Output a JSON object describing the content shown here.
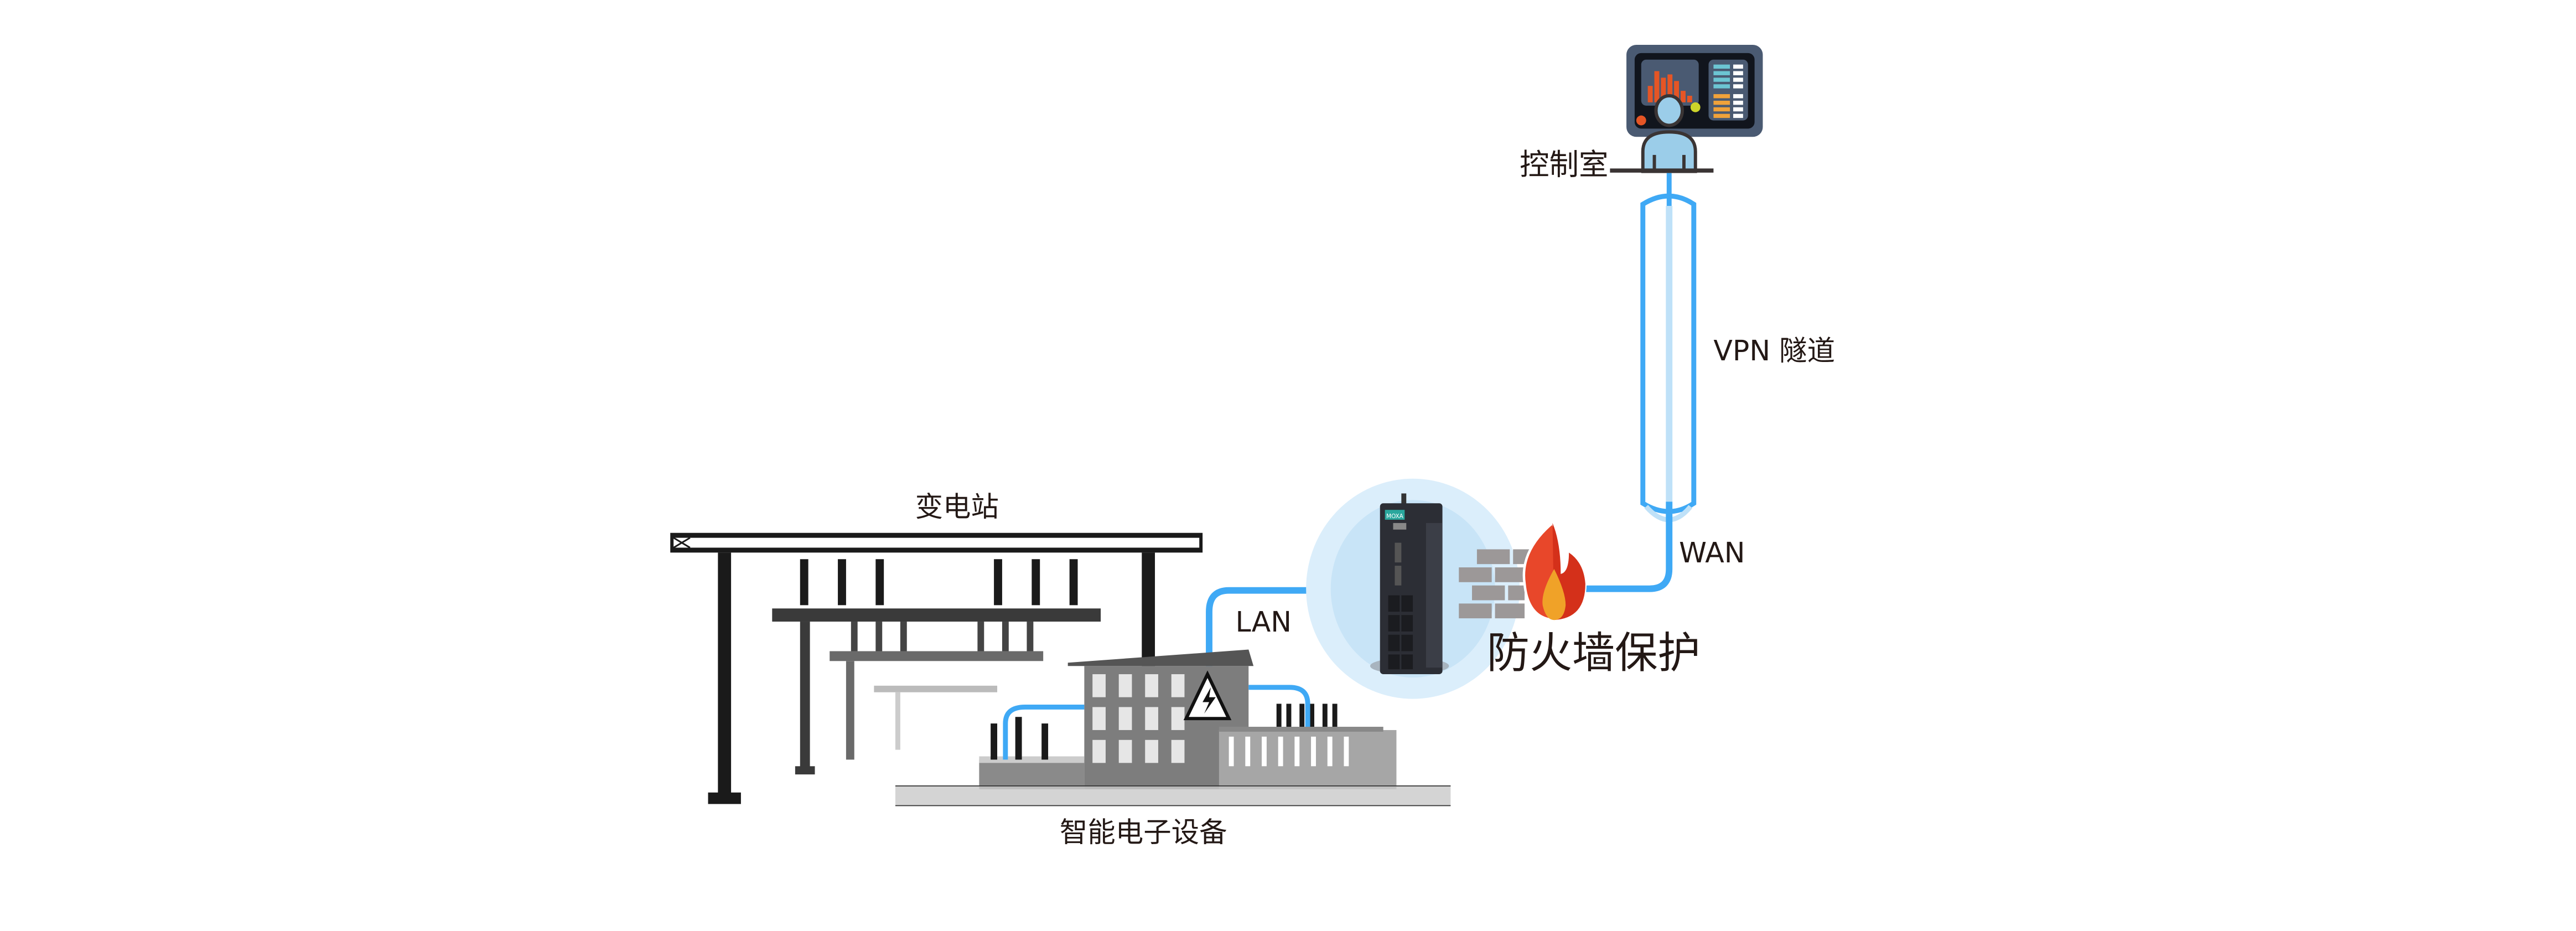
{
  "labels": {
    "control_room": "控制室",
    "vpn_tunnel": "VPN 隧道",
    "wan": "WAN",
    "lan": "LAN",
    "firewall": "防火墙保护",
    "substation": "变电站",
    "ied": "智能电子设备",
    "router_brand": "MOXA"
  },
  "colors": {
    "link": "#3fa9f5",
    "tunnel_inner": "#bfe1f8",
    "halo": "#dbeefb",
    "monitor_frame": "#4a5a72",
    "flame": "#e8472a"
  }
}
